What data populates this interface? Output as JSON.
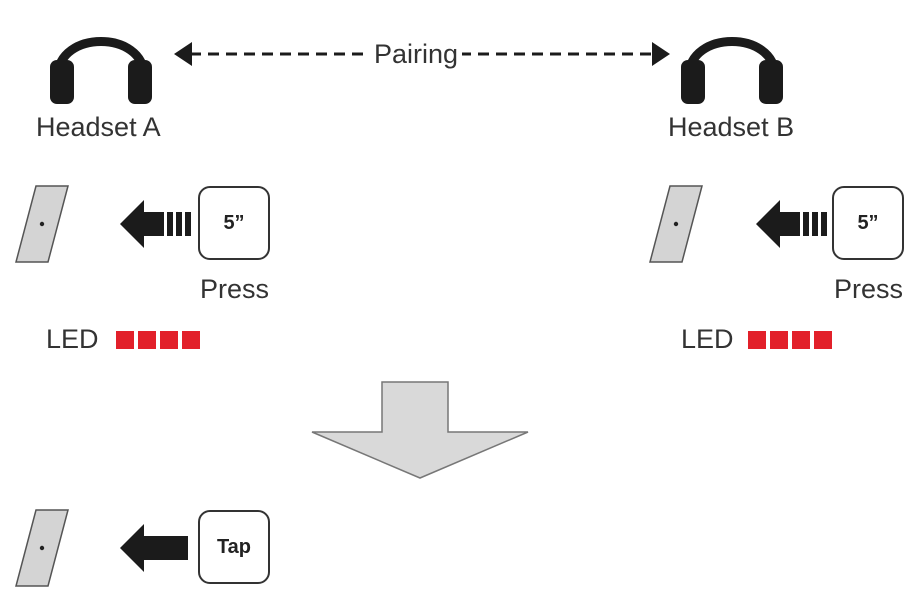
{
  "pairing": {
    "label": "Pairing"
  },
  "headset_a": {
    "label": "Headset A",
    "key_label": "5”",
    "action_label": "Press",
    "led_label": "LED",
    "led_count": 4,
    "led_color": "#e2202a"
  },
  "headset_b": {
    "label": "Headset B",
    "key_label": "5”",
    "action_label": "Press",
    "led_label": "LED",
    "led_count": 4,
    "led_color": "#e2202a"
  },
  "step2": {
    "key_label": "Tap"
  },
  "colors": {
    "arrow_fill": "#d9d9d9",
    "device_fill": "#d4d4d4",
    "led": "#e2202a"
  }
}
